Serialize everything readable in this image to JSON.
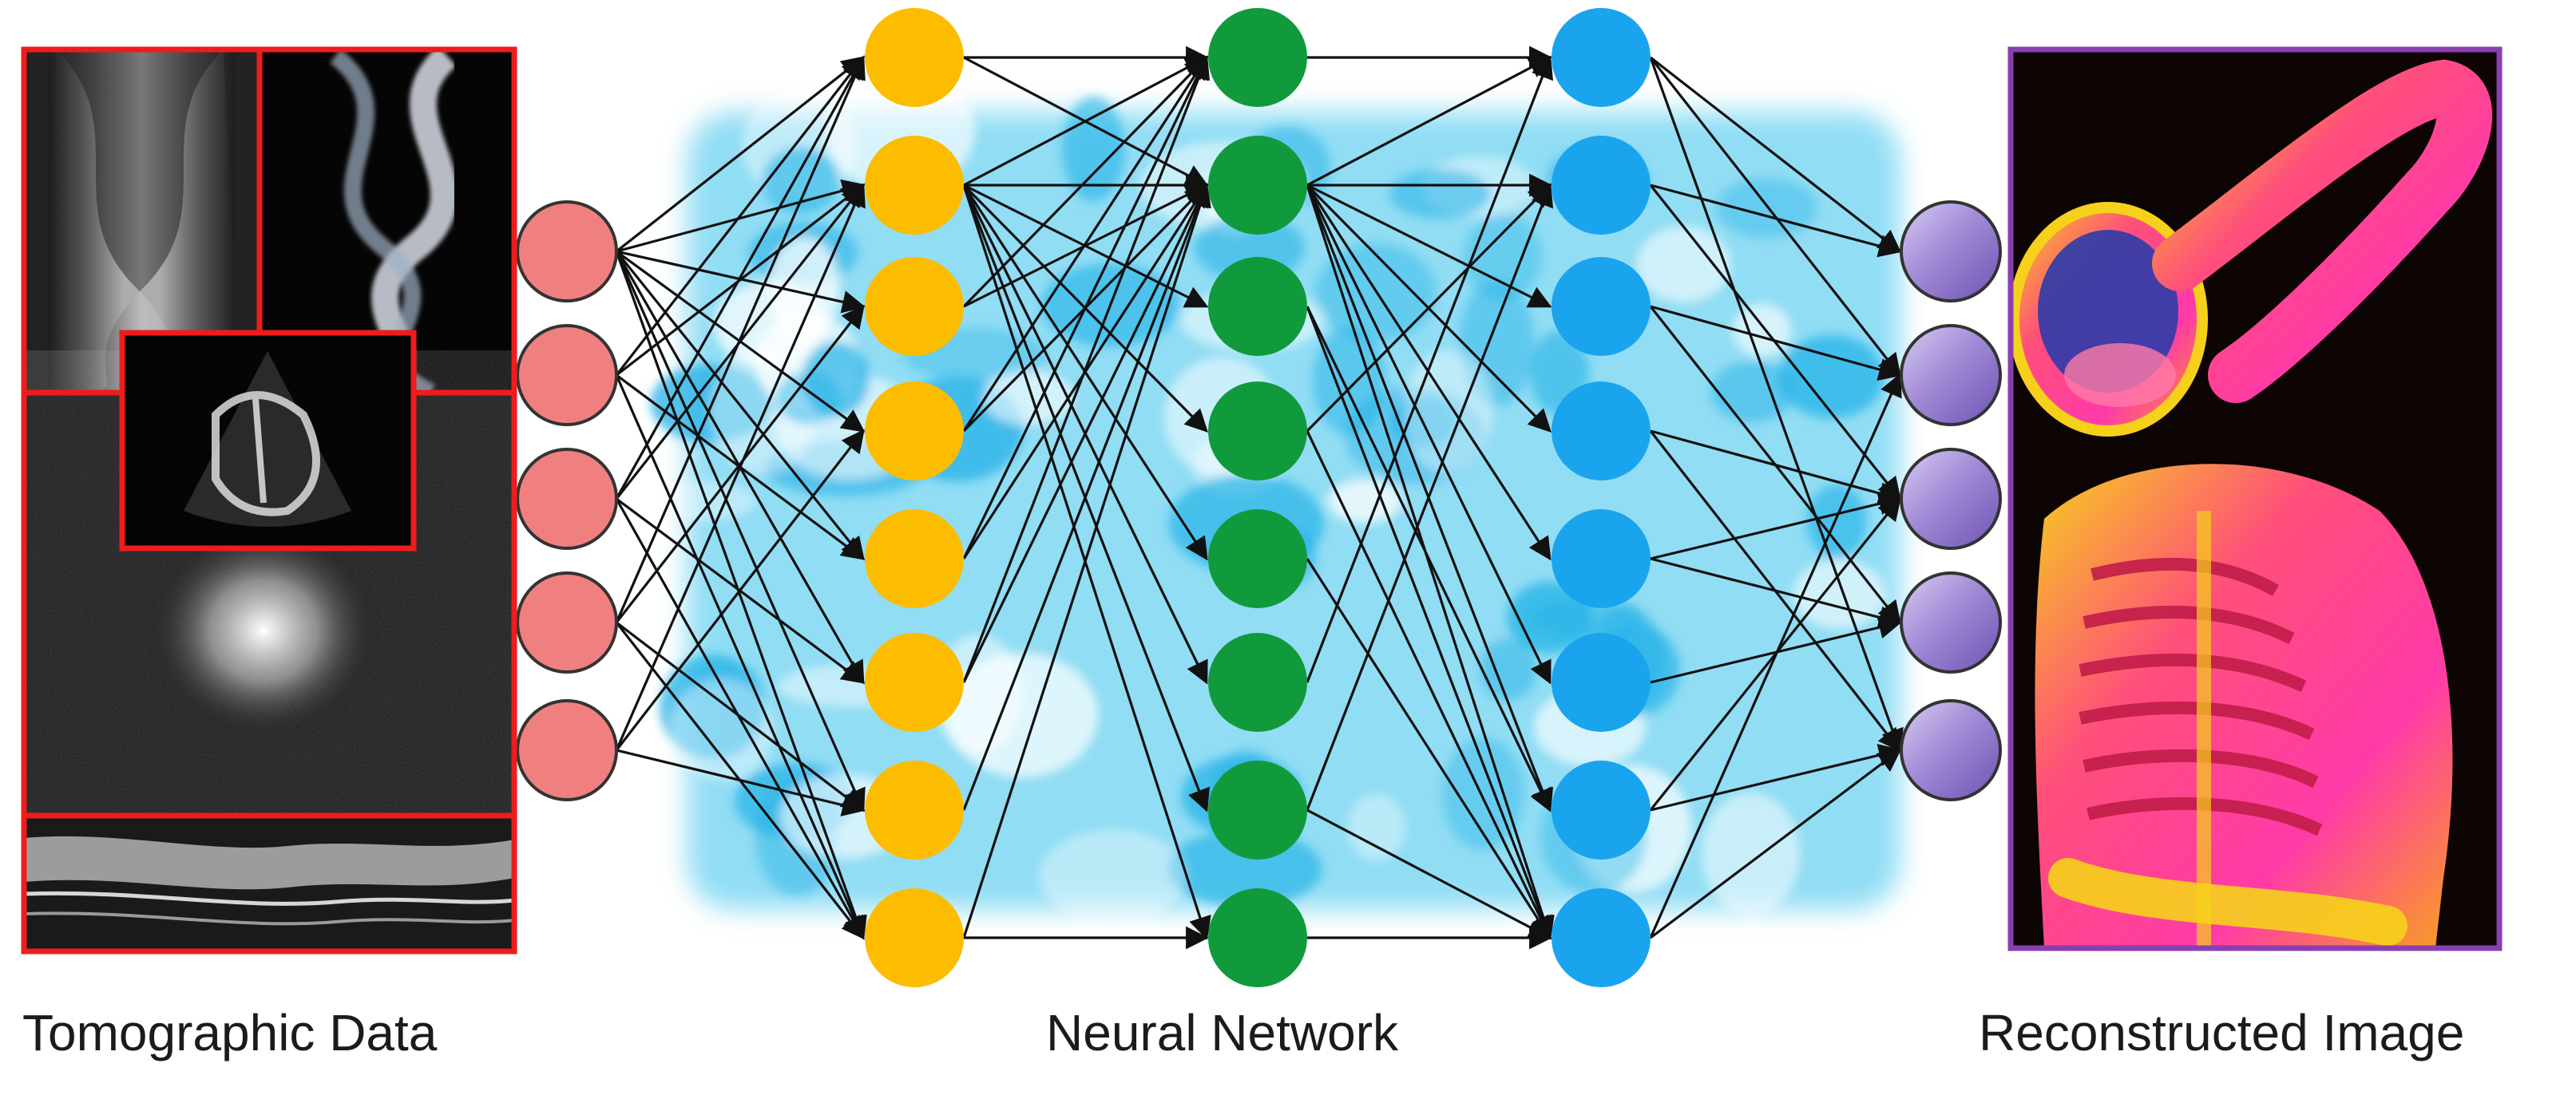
{
  "captions": {
    "left": "Tomographic Data",
    "middle": "Neural Network",
    "right": "Reconstructed Image"
  },
  "colors": {
    "input_layer": "#f08080",
    "hidden_layer_1": "#fcbc00",
    "hidden_layer_2": "#119a3c",
    "hidden_layer_3": "#1ba4ee",
    "output_layer": "#a58cd8",
    "data_frame": "#ee1c1c",
    "image_frame": "#8a3fb0",
    "background_texture": "#39c2ec"
  },
  "network": {
    "layers": [
      {
        "name": "input",
        "nodes": 5
      },
      {
        "name": "hidden-1",
        "nodes": 8
      },
      {
        "name": "hidden-2",
        "nodes": 8
      },
      {
        "name": "hidden-3",
        "nodes": 8
      },
      {
        "name": "output",
        "nodes": 5
      }
    ],
    "edges": [
      [
        [
          0,
          0
        ],
        [
          0,
          1
        ],
        [
          0,
          2
        ],
        [
          0,
          3
        ],
        [
          0,
          4
        ],
        [
          0,
          5
        ],
        [
          0,
          6
        ],
        [
          0,
          7
        ],
        [
          1,
          0
        ],
        [
          1,
          1
        ],
        [
          1,
          4
        ],
        [
          1,
          7
        ],
        [
          2,
          0
        ],
        [
          2,
          1
        ],
        [
          2,
          5
        ],
        [
          2,
          7
        ],
        [
          3,
          0
        ],
        [
          3,
          2
        ],
        [
          3,
          6
        ],
        [
          3,
          7
        ],
        [
          4,
          1
        ],
        [
          4,
          3
        ],
        [
          4,
          6
        ]
      ],
      [
        [
          0,
          0
        ],
        [
          1,
          0
        ],
        [
          1,
          1
        ],
        [
          1,
          2
        ],
        [
          1,
          3
        ],
        [
          1,
          4
        ],
        [
          1,
          5
        ],
        [
          1,
          6
        ],
        [
          1,
          7
        ],
        [
          2,
          0
        ],
        [
          3,
          0
        ],
        [
          4,
          0
        ],
        [
          4,
          1
        ],
        [
          5,
          0
        ],
        [
          5,
          1
        ],
        [
          6,
          1
        ],
        [
          7,
          1
        ],
        [
          7,
          7
        ],
        [
          0,
          1
        ],
        [
          2,
          1
        ],
        [
          3,
          1
        ]
      ],
      [
        [
          0,
          0
        ],
        [
          1,
          0
        ],
        [
          1,
          1
        ],
        [
          1,
          2
        ],
        [
          1,
          3
        ],
        [
          1,
          4
        ],
        [
          1,
          5
        ],
        [
          1,
          6
        ],
        [
          1,
          7
        ],
        [
          2,
          7
        ],
        [
          3,
          7
        ],
        [
          4,
          7
        ],
        [
          5,
          0
        ],
        [
          6,
          1
        ],
        [
          6,
          7
        ],
        [
          7,
          7
        ],
        [
          3,
          1
        ],
        [
          2,
          6
        ]
      ],
      [
        [
          0,
          0
        ],
        [
          0,
          1
        ],
        [
          1,
          0
        ],
        [
          1,
          2
        ],
        [
          2,
          1
        ],
        [
          2,
          3
        ],
        [
          3,
          2
        ],
        [
          3,
          4
        ],
        [
          4,
          2
        ],
        [
          4,
          3
        ],
        [
          5,
          3
        ],
        [
          6,
          4
        ],
        [
          7,
          1
        ],
        [
          7,
          4
        ],
        [
          0,
          4
        ],
        [
          6,
          2
        ]
      ]
    ]
  },
  "panels": {
    "data": {
      "description_icons": [
        "sinogram-icon",
        "helix-icon",
        "ultrasound-icon",
        "speckle-icon",
        "oct-icon"
      ]
    },
    "reconstruction": {
      "icon": "skeleton-render-icon"
    }
  }
}
